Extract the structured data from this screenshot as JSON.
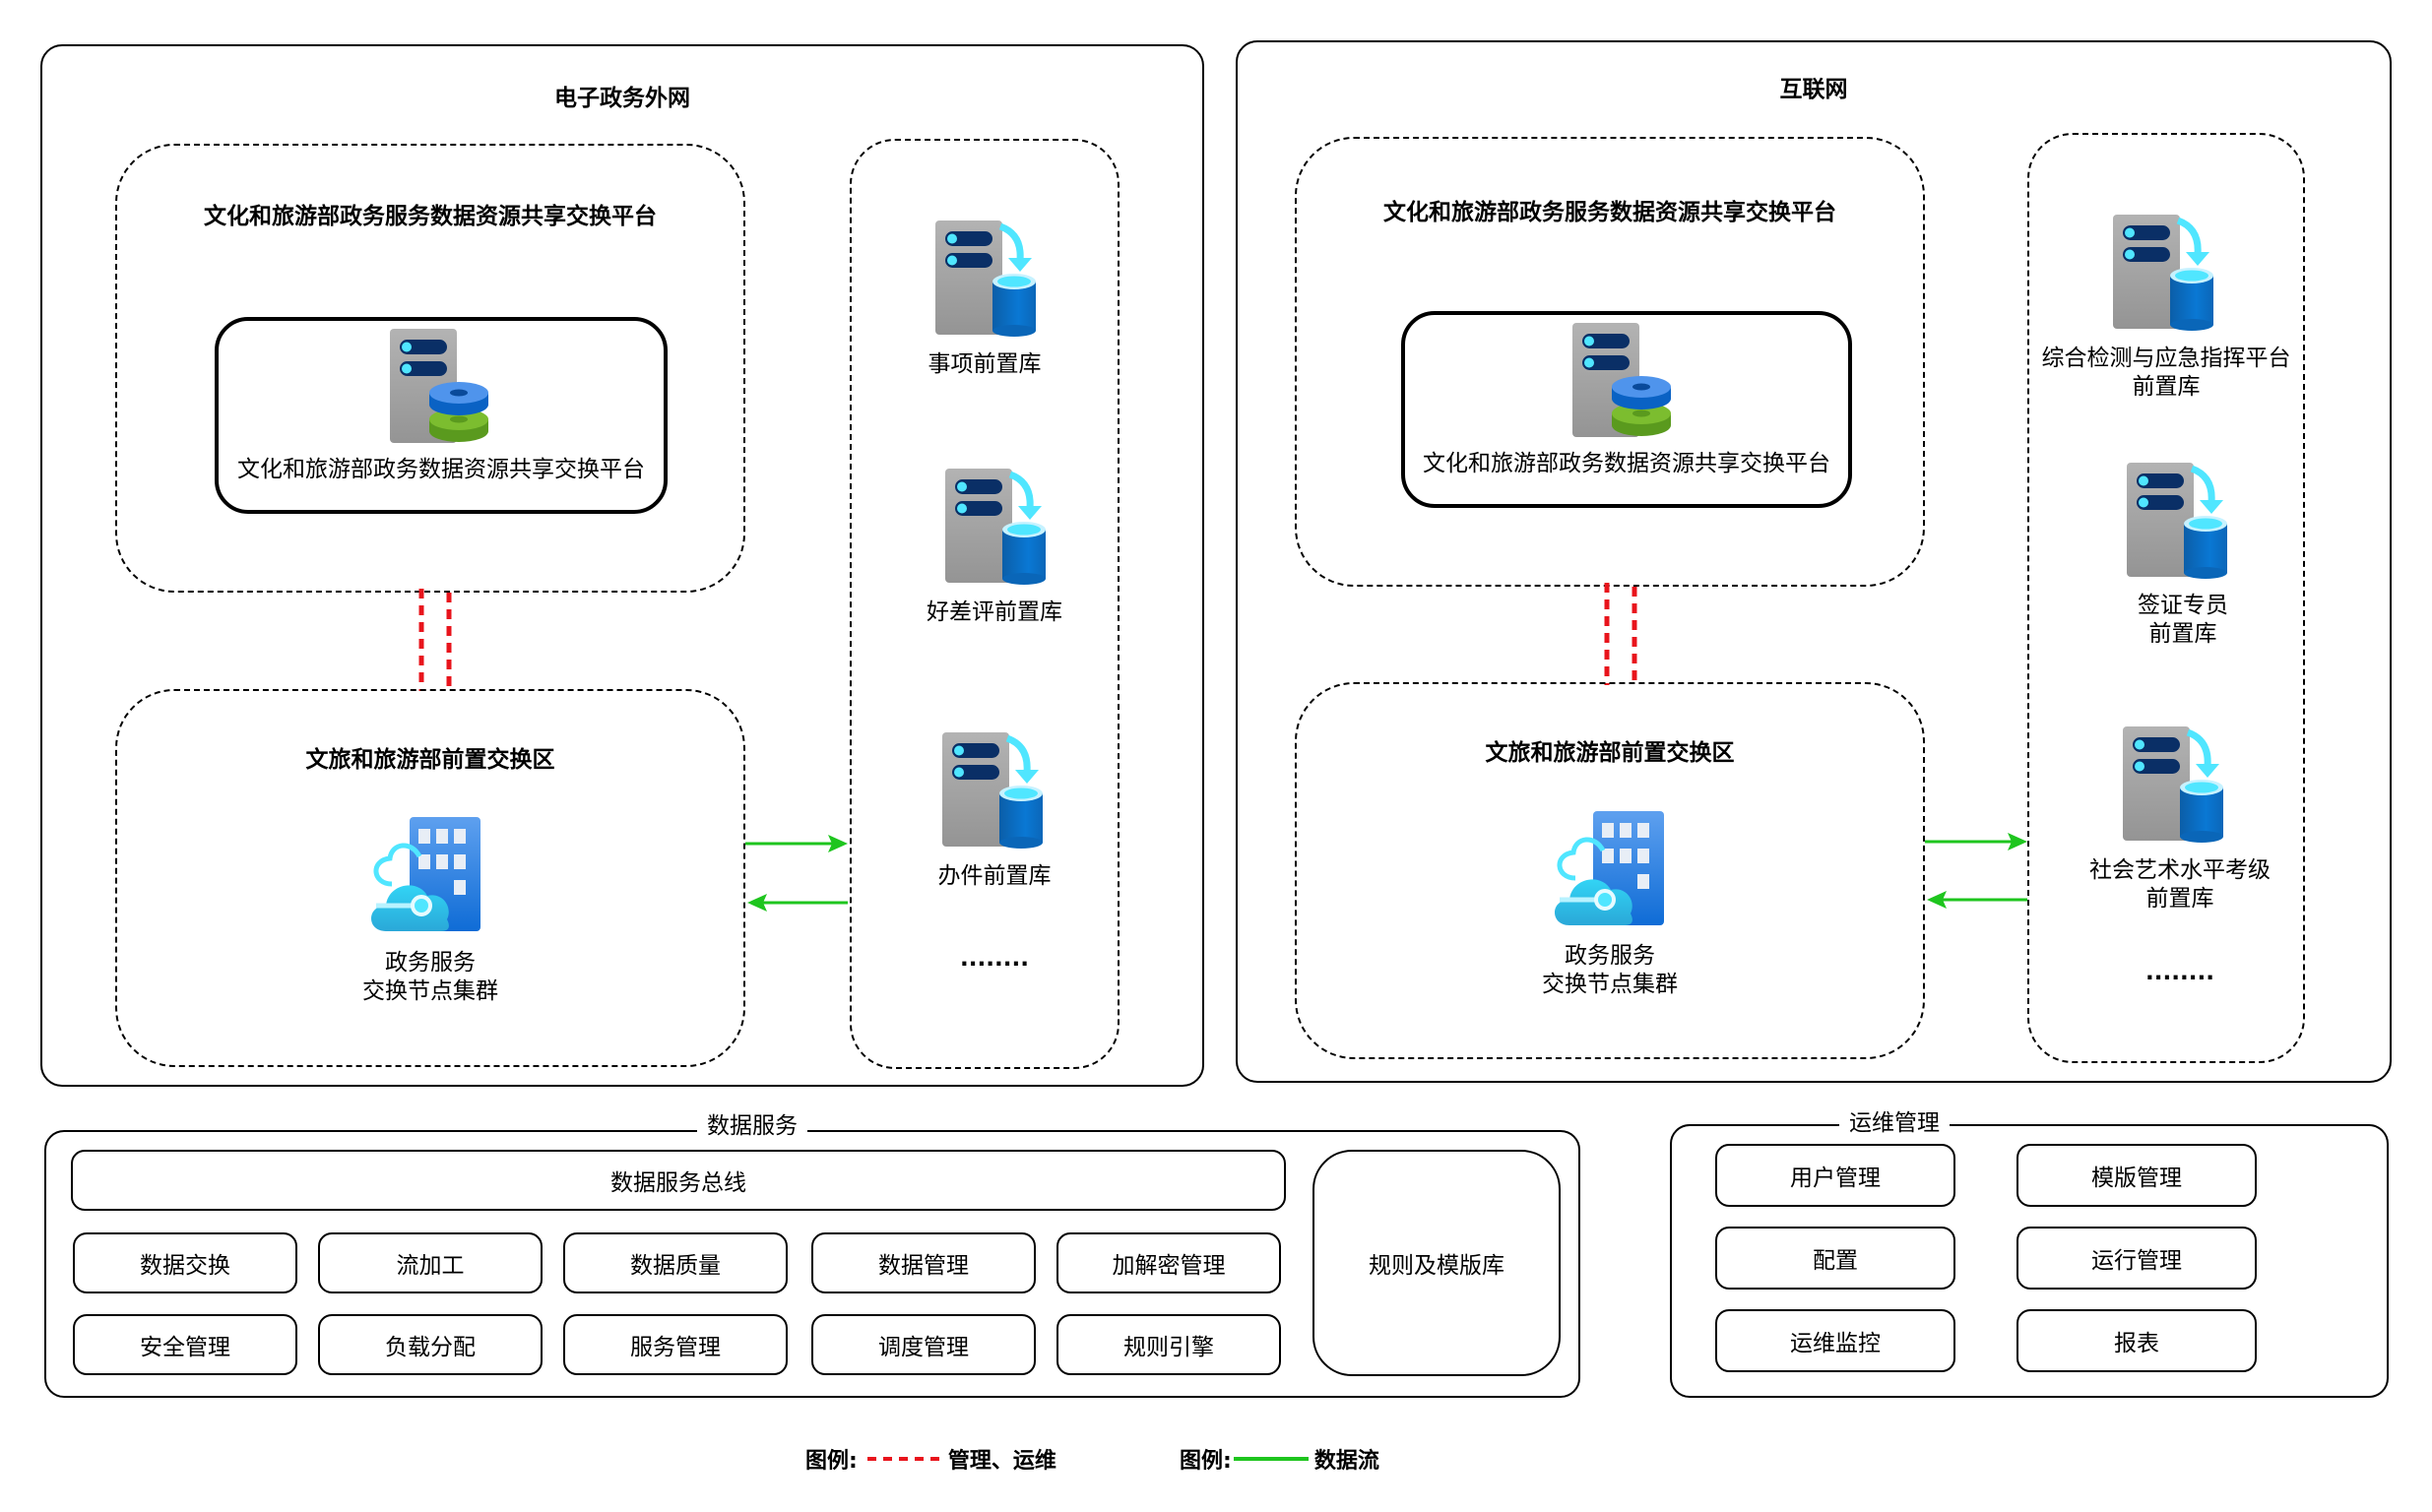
{
  "panels": {
    "extranet": {
      "title": "电子政务外网",
      "platform_zone": {
        "title": "文化和旅游部政务服务数据资源共享交换平台",
        "node_label": "文化和旅游部政务数据资源共享交换平台",
        "node_icon": "server-with-data-discs-icon"
      },
      "exchange_zone": {
        "title": "文旅和旅游部前置交换区",
        "node_label_line1": "政务服务",
        "node_label_line2": "交换节点集群",
        "node_icon": "cloud-building-icon"
      },
      "front_dbs": [
        {
          "label": "事项前置库",
          "icon": "server-database-icon"
        },
        {
          "label": "好差评前置库",
          "icon": "server-database-icon"
        },
        {
          "label": "办件前置库",
          "icon": "server-database-icon"
        }
      ],
      "ellipsis": "........"
    },
    "internet": {
      "title": "互联网",
      "platform_zone": {
        "title": "文化和旅游部政务服务数据资源共享交换平台",
        "node_label": "文化和旅游部政务数据资源共享交换平台",
        "node_icon": "server-with-data-discs-icon"
      },
      "exchange_zone": {
        "title": "文旅和旅游部前置交换区",
        "node_label_line1": "政务服务",
        "node_label_line2": "交换节点集群",
        "node_icon": "cloud-building-icon"
      },
      "front_dbs": [
        {
          "label_line1": "综合检测与应急指挥平台",
          "label_line2": "前置库",
          "icon": "server-database-icon"
        },
        {
          "label_line1": "签证专员",
          "label_line2": "前置库",
          "icon": "server-database-icon"
        },
        {
          "label_line1": "社会艺术水平考级",
          "label_line2": "前置库",
          "icon": "server-database-icon"
        }
      ],
      "ellipsis": "........"
    }
  },
  "data_service": {
    "title": "数据服务",
    "bus": "数据服务总线",
    "row1": [
      "数据交换",
      "流加工",
      "数据质量",
      "数据管理",
      "加解密管理"
    ],
    "row2": [
      "安全管理",
      "负载分配",
      "服务管理",
      "调度管理",
      "规则引擎"
    ],
    "rules_repo": "规则及模版库"
  },
  "ops": {
    "title": "运维管理",
    "items": [
      "用户管理",
      "模版管理",
      "配置",
      "运行管理",
      "运维监控",
      "报表"
    ]
  },
  "legend": {
    "mgmt_prefix": "图例:",
    "mgmt_label": "管理、运维",
    "flow_prefix": "图例:",
    "flow_label": "数据流"
  },
  "colors": {
    "mgmt_line": "#e8141c",
    "data_flow": "#1ec51e",
    "server_gray": "#a3a3a3",
    "db_blue": "#0a6fc7",
    "accent_cyan": "#50e6ff"
  }
}
